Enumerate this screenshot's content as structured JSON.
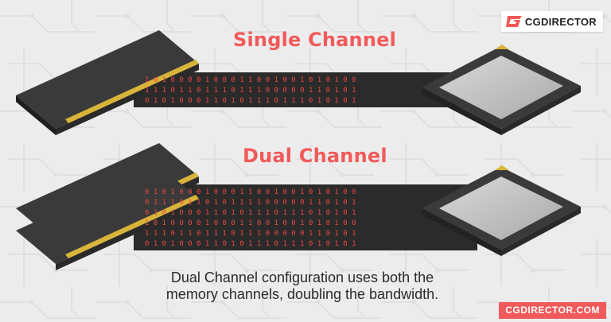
{
  "logo": {
    "text": "CGDIRECTOR"
  },
  "single": {
    "title": "Single Channel"
  },
  "dual": {
    "title": "Dual Channel"
  },
  "caption": {
    "line1": "Dual Channel configuration uses both the",
    "line2": "memory channels, doubling the bandwidth."
  },
  "footer": {
    "text": "CGDIRECTOR.COM"
  },
  "bit_rows": {
    "single": [
      "1 0 1 0 0 0 0 1 0 0 0 1 1 0 0 1 0 0 1 0 1 0 1 0 0",
      "1 1 1 0 1 1 0 1 1 1 0 1 1 1 0 0 0 0 0 1 1 0 1 0 1",
      "0 1 0 1 0 0 0 1 1 0 1 0 1 1 1 0 1 1 1 0 1 0 1 0 1"
    ],
    "dual": [
      "0 1 0 1 0 0 0 1 0 0 0 1 1 0 0 1 0 0 1 0 1 0 1 0 0",
      "0 1 1 1 0 1 1 0 1 0 1 1 1 1 0 0 0 0 0 1 1 0 1 0 1",
      "0 1 0 1 0 0 0 1 1 0 1 0 1 1 1 0 1 1 1 0 1 0 1 0 1",
      "1 0 1 0 0 0 0 1 0 0 0 1 1 0 0 1 0 0 1 0 1 0 1 0 0",
      "1 1 1 0 1 1 0 1 1 1 0 1 1 1 0 0 0 0 0 1 1 0 1 0 1",
      "0 1 0 1 0 0 0 1 1 0 1 0 1 1 1 0 1 1 1 0 1 0 1 0 1"
    ]
  },
  "colors": {
    "accent": "#f15a5a",
    "background": "#ececec",
    "bus": "#2b2b2b",
    "bit": "#e74747",
    "chip_gold": "#d8b43a"
  }
}
